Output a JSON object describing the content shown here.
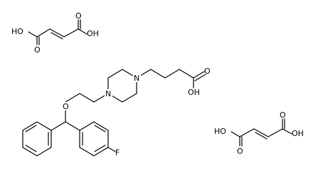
{
  "labels": {
    "fum1_oh_left": "HO",
    "fum1_o_left": "O",
    "fum1_o_right": "O",
    "fum1_oh_right": "OH",
    "n1": "N",
    "n2": "N",
    "acid_o": "O",
    "acid_oh": "OH",
    "ether_o": "O",
    "fluorine": "F",
    "fum2_oh_left": "HO",
    "fum2_o_left": "O",
    "fum2_o_right": "O",
    "fum2_oh_right": "OH"
  },
  "colors": {
    "bond": "#000000",
    "oxygen": "#cc0000",
    "nitrogen": "#0000cc"
  }
}
